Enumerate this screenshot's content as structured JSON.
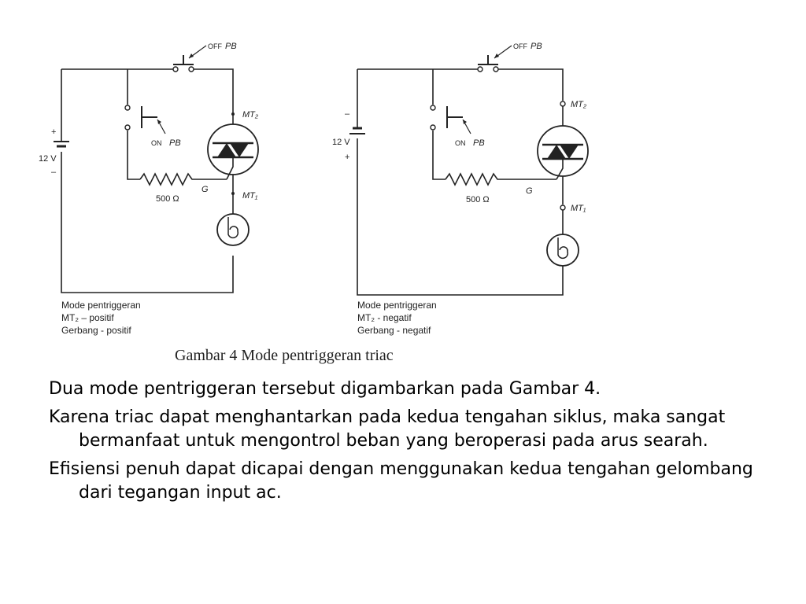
{
  "figure": {
    "caption": "Gambar 4 Mode pentriggeran triac",
    "left_circuit": {
      "off_label": "OFF",
      "off_pb": "PB",
      "on_label": "ON",
      "on_pb": "PB",
      "plus": "+",
      "minus": "–",
      "voltage": "12 V",
      "resistor": "500 Ω",
      "gate": "G",
      "mt2": "MT₂",
      "mt1": "MT₁",
      "lines": [
        "Mode pentriggeran",
        "MT₂ – positif",
        "Gerbang - positif"
      ]
    },
    "right_circuit": {
      "off_label": "OFF",
      "off_pb": "PB",
      "on_label": "ON",
      "on_pb": "PB",
      "plus": "+",
      "minus": "–",
      "voltage": "12 V",
      "resistor": "500 Ω",
      "gate": "G",
      "mt2": "MT₂",
      "mt1": "MT₁",
      "lines": [
        "Mode pentriggeran",
        "MT₂ - negatif",
        "Gerbang - negatif"
      ]
    }
  },
  "body": {
    "paragraphs": [
      "Dua mode pentriggeran tersebut digambarkan pada Gambar 4.",
      " Karena triac dapat menghantarkan pada kedua tengahan siklus, maka sangat bermanfaat untuk mengontrol beban yang beroperasi pada arus searah.",
      "Efisiensi penuh dapat dicapai dengan menggunakan kedua tengahan gelombang dari tegangan input ac."
    ]
  }
}
